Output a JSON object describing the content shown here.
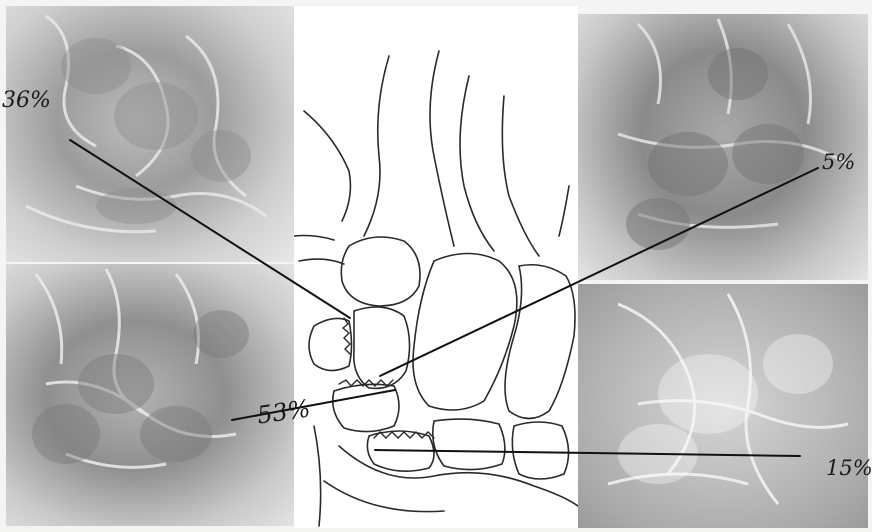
{
  "figure": {
    "labels": {
      "top_left": "36%",
      "top_right": "5%",
      "bottom_left": "53%",
      "bottom_right": "15%"
    }
  }
}
